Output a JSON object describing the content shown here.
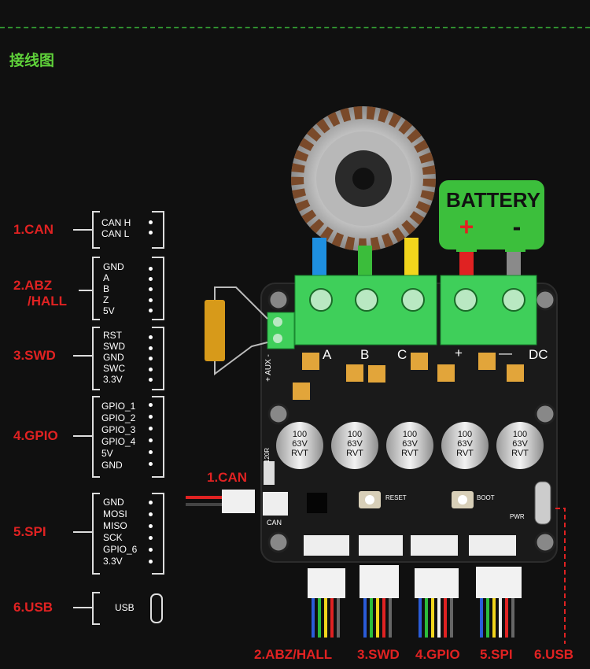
{
  "header": {
    "title": "接线图"
  },
  "groups": [
    {
      "label": "1.CAN",
      "pins": [
        "CAN H",
        "CAN L"
      ]
    },
    {
      "label": "2.ABZ\n/HALL",
      "label_line1": "2.ABZ",
      "label_line2": "/HALL",
      "pins": [
        "GND",
        "A",
        "B",
        "Z",
        "5V"
      ]
    },
    {
      "label": "3.SWD",
      "pins": [
        "RST",
        "SWD",
        "GND",
        "SWC",
        "3.3V"
      ]
    },
    {
      "label": "4.GPIO",
      "pins": [
        "GPIO_1",
        "GPIO_2",
        "GPIO_3",
        "GPIO_4",
        "5V",
        "GND"
      ]
    },
    {
      "label": "5.SPI",
      "pins": [
        "GND",
        "MOSI",
        "MISO",
        "SCK",
        "GPIO_6",
        "3.3V"
      ]
    },
    {
      "label": "6.USB",
      "pins": [
        "USB"
      ]
    }
  ],
  "board": {
    "battery": "BATTERY",
    "battery_plus": "+",
    "battery_minus": "-",
    "phase_labels": [
      "A",
      "B",
      "C"
    ],
    "power_plus": "+",
    "power_minus": "—",
    "dc_label": "DC",
    "aux_label": "+ AUX -",
    "capacitor_text": [
      "100",
      "63V",
      "RVT"
    ],
    "reset_label": "RESET",
    "boot_label": "BOOT",
    "can_label": "CAN",
    "pwr_label": "PWR",
    "r120_label": "120R",
    "can_callout": "1.CAN"
  },
  "bottom_labels": [
    "2.ABZ/HALL",
    "3.SWD",
    "4.GPIO",
    "5.SPI",
    "6.USB"
  ],
  "colors": {
    "accent_green": "#5fd13a",
    "label_red": "#e02222",
    "terminal_green": "#3fcf5a",
    "pcb": "#1a1a1a"
  }
}
